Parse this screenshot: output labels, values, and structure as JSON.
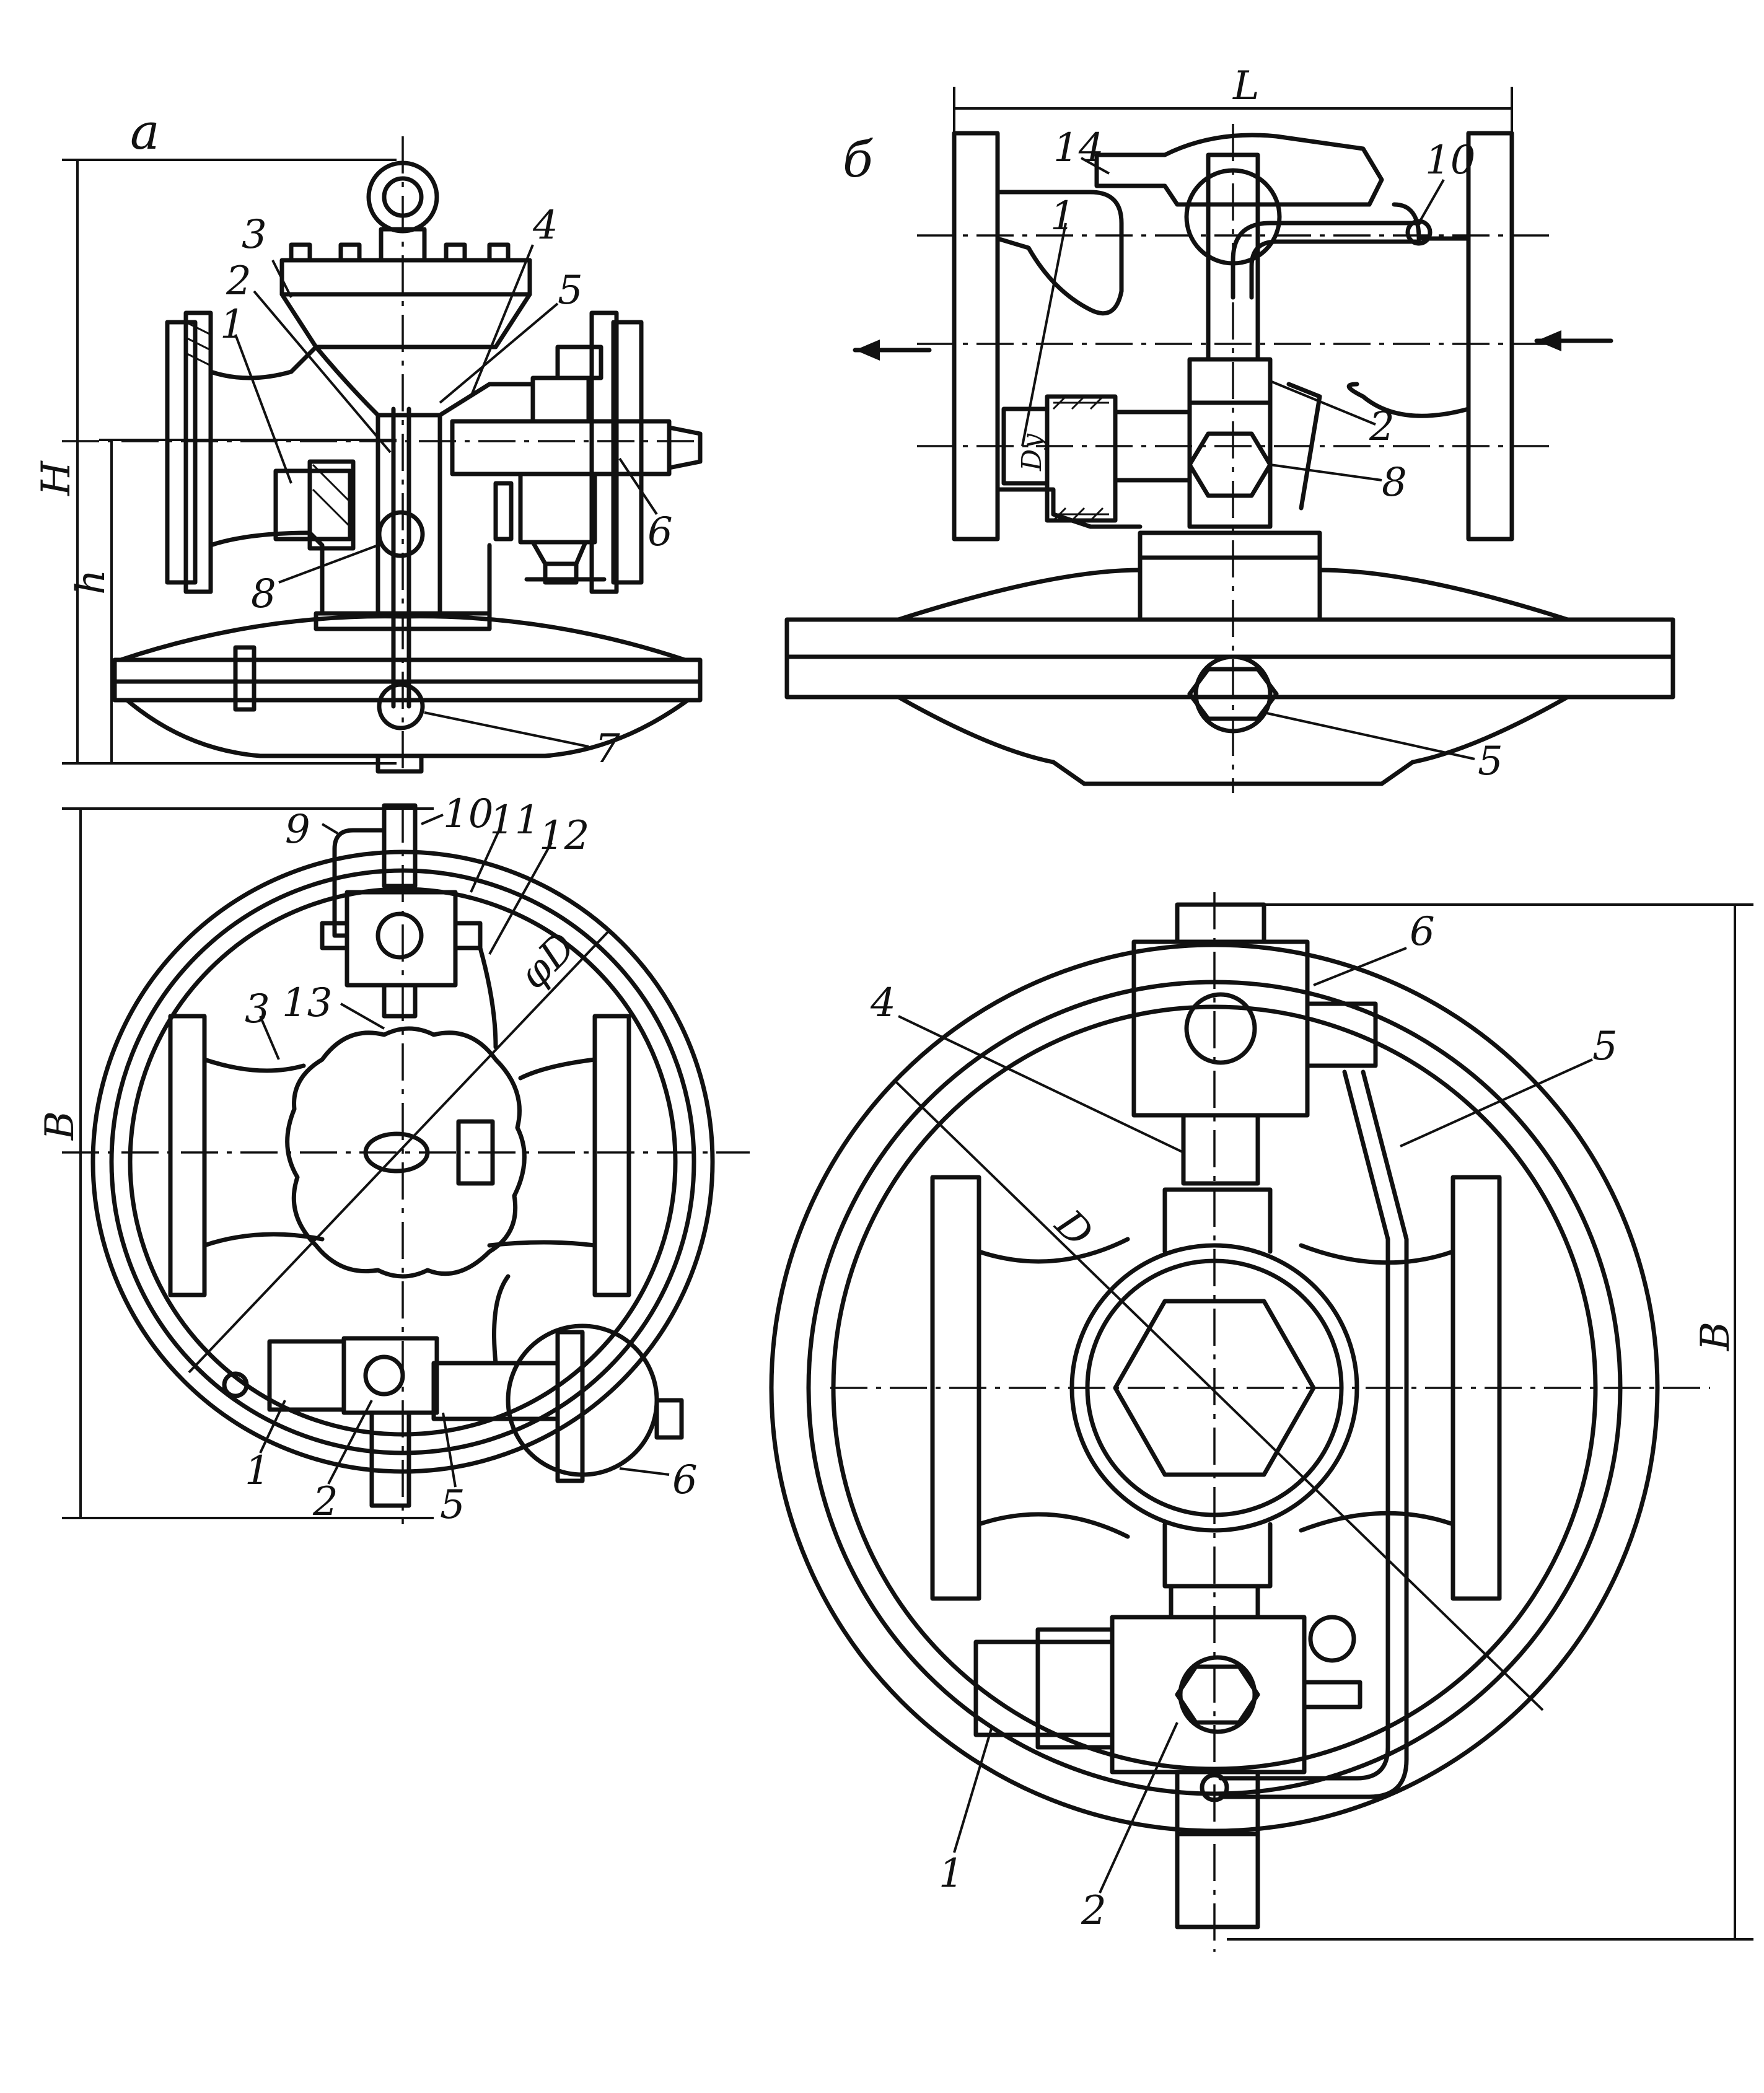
{
  "views": {
    "a": {
      "label": "а"
    },
    "b": {
      "label": "б"
    }
  },
  "dimensions": {
    "H": "H",
    "h": "h",
    "L": "L",
    "B_left": "B",
    "B_right": "B",
    "D_left": "φD",
    "D_right": "D",
    "Du": "Dу"
  },
  "callouts_a_top": [
    "1",
    "2",
    "3",
    "4",
    "5",
    "6",
    "7",
    "8"
  ],
  "callouts_a_bottom": [
    "9",
    "10",
    "11",
    "12",
    "13",
    "3",
    "1",
    "2",
    "5",
    "6"
  ],
  "callouts_b_top": [
    "14",
    "1",
    "10",
    "2",
    "8",
    "5"
  ],
  "callouts_b_bottom": [
    "6",
    "4",
    "5",
    "1",
    "2"
  ]
}
